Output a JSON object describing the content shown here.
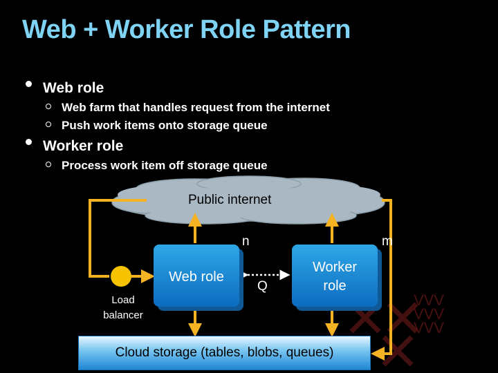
{
  "title": "Web + Worker Role Pattern",
  "bullets": [
    {
      "text": "Web role",
      "sub": [
        "Web farm that handles request from the internet",
        "Push work items onto storage queue"
      ]
    },
    {
      "text": "Worker role",
      "sub": [
        "Process work item off storage queue"
      ]
    }
  ],
  "diagram": {
    "cloud_label": "Public internet",
    "web_role_label": "Web role",
    "worker_role_label": "Worker role",
    "queue_label": "Q",
    "web_count": "n",
    "worker_count": "m",
    "load_balancer_label": "Load balancer",
    "storage_label": "Cloud storage (tables, blobs, queues)",
    "watermark": "VVV"
  },
  "colors": {
    "title": "#7fd3f4",
    "arrow": "#f5b324",
    "role_box": "#1e8fda",
    "cloud": "#a9b8c2",
    "load_balancer": "#f5c300"
  }
}
